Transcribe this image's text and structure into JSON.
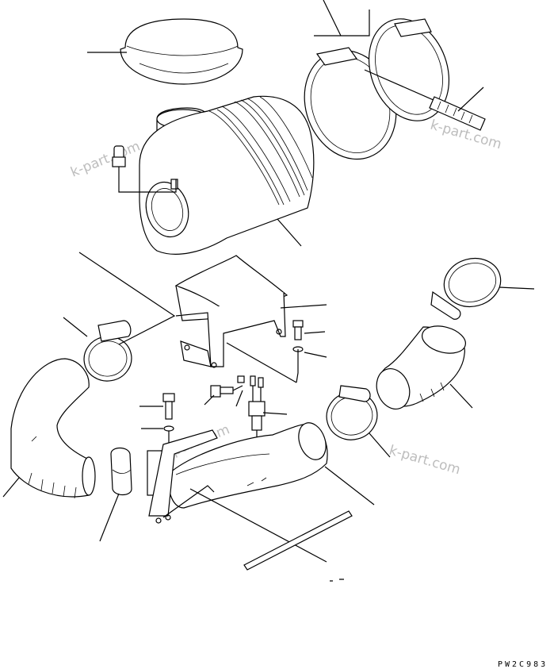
{
  "watermarks": [
    "k-part.com",
    "k-part.com",
    "k-part.com",
    "k-part.com"
  ],
  "drawing_code": "PW2C983"
}
